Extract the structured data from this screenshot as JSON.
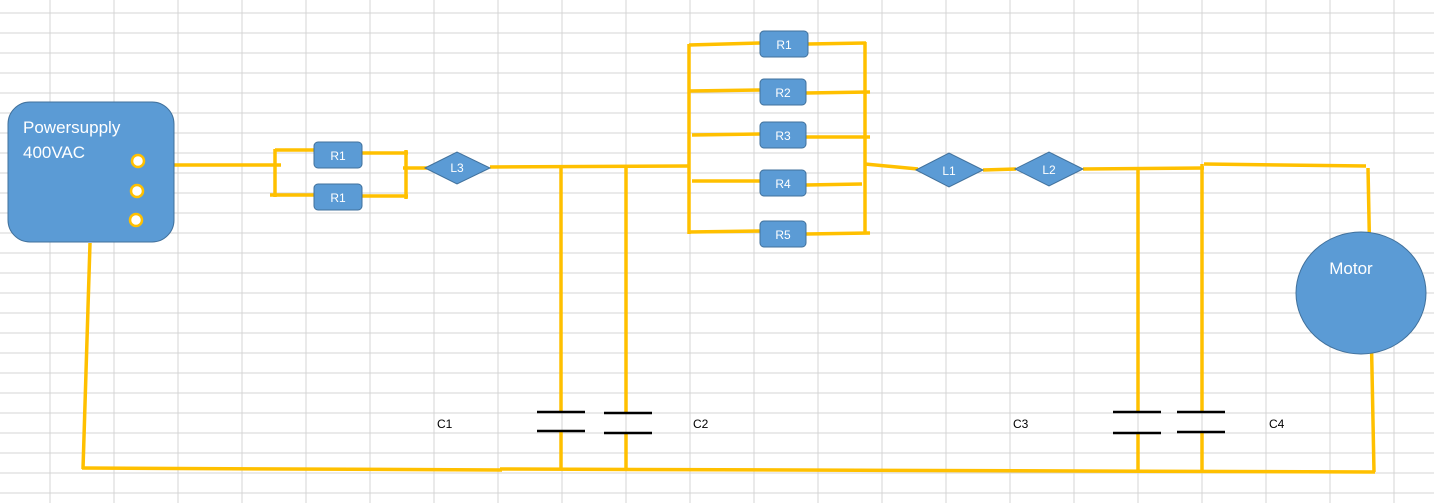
{
  "power_supply": {
    "line1": "Powersupply",
    "line2": "400VAC"
  },
  "resistors": {
    "r_left_top": "R1",
    "r_left_bottom": "R1",
    "r1": "R1",
    "r2": "R2",
    "r3": "R3",
    "r4": "R4",
    "r5": "R5"
  },
  "inductors": {
    "l3": "L3",
    "l1": "L1",
    "l2": "L2"
  },
  "capacitors": {
    "c1": "C1",
    "c2": "C2",
    "c3": "C3",
    "c4": "C4"
  },
  "motor": {
    "label": "Motor"
  },
  "colors": {
    "wire": "#FFC000",
    "component_fill": "#5B9BD5",
    "component_border": "#41719C",
    "grid": "#D4D4D4"
  }
}
